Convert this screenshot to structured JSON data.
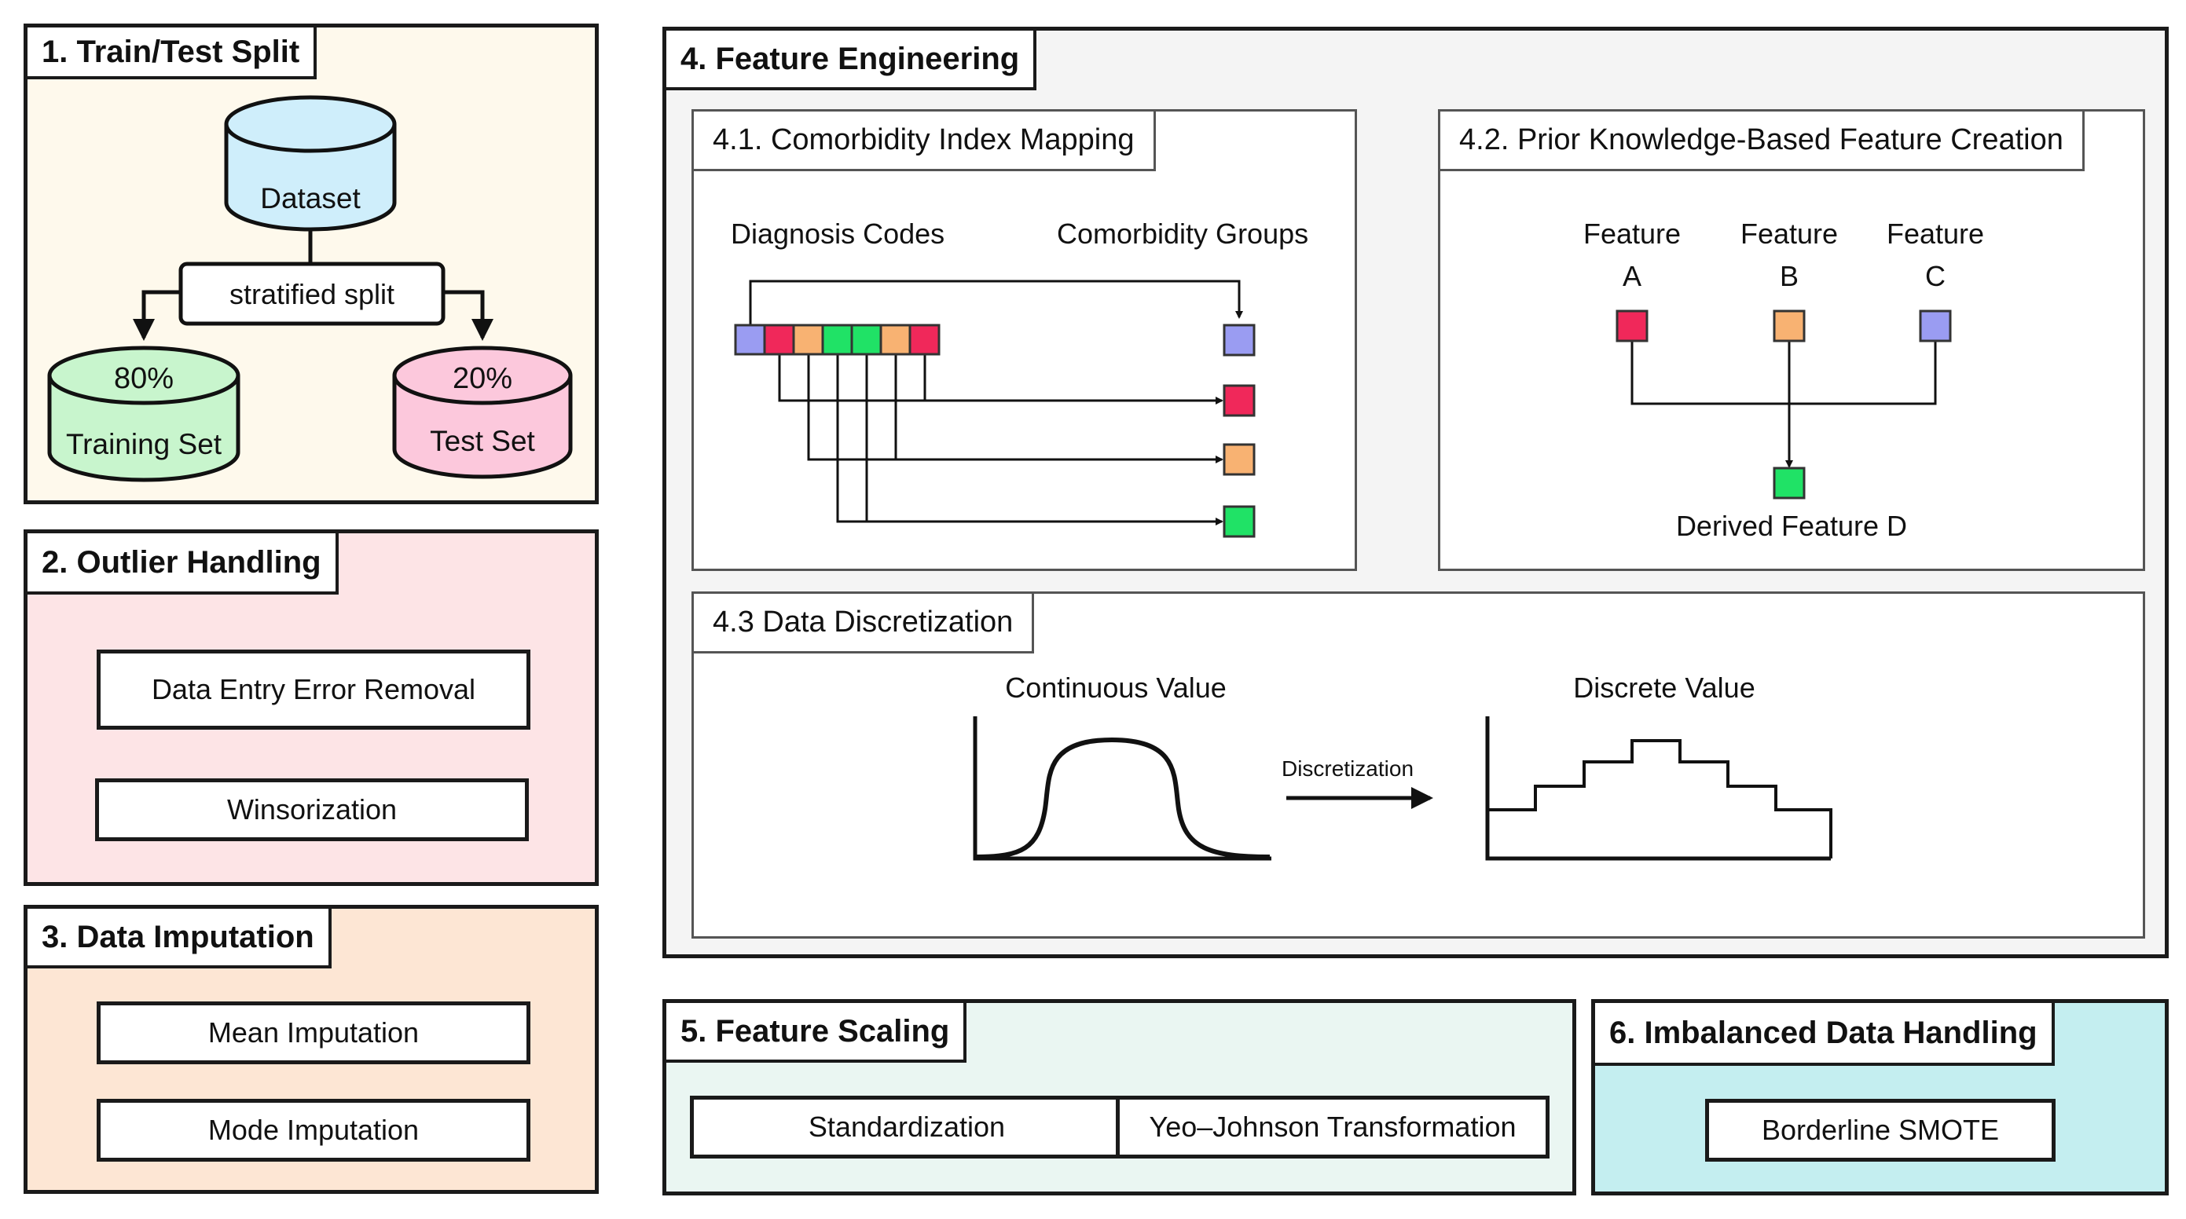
{
  "panels": {
    "split": {
      "title": "1. Train/Test Split",
      "dataset": "Dataset",
      "split_label": "stratified split",
      "train_pct": "80%",
      "train_label": "Training Set",
      "test_pct": "20%",
      "test_label": "Test Set"
    },
    "outlier": {
      "title": "2. Outlier Handling",
      "items": [
        "Data Entry Error Removal",
        "Winsorization"
      ]
    },
    "imputation": {
      "title": "3. Data Imputation",
      "items": [
        "Mean Imputation",
        "Mode Imputation"
      ]
    },
    "feature_eng": {
      "title": "4. Feature Engineering",
      "comorbidity": {
        "title": "4.1. Comorbidity Index Mapping",
        "left_label": "Diagnosis Codes",
        "right_label": "Comorbidity Groups"
      },
      "prior": {
        "title": "4.2. Prior Knowledge-Based Feature Creation",
        "features": [
          {
            "line1": "Feature",
            "line2": "A"
          },
          {
            "line1": "Feature",
            "line2": "B"
          },
          {
            "line1": "Feature",
            "line2": "C"
          }
        ],
        "derived": "Derived Feature D"
      },
      "discretization": {
        "title": "4.3 Data Discretization",
        "continuous": "Continuous Value",
        "arrow_label": "Discretization",
        "discrete": "Discrete Value"
      }
    },
    "scaling": {
      "title": "5. Feature Scaling",
      "items": [
        "Standardization",
        "Yeo–Johnson Transformation"
      ]
    },
    "imbalance": {
      "title": "6. Imbalanced Data Handling",
      "items": [
        "Borderline SMOTE"
      ]
    }
  },
  "colors": {
    "split_bg": "#fef9ec",
    "outlier_bg": "#fde4e6",
    "imputation_bg": "#fde6d4",
    "feature_bg": "#f4f4f4",
    "scaling_bg": "#eaf6f2",
    "imbalance_bg": "#c4eef0",
    "dataset_fill": "#cfeefb",
    "train_fill": "#c8f5cd",
    "test_fill": "#fcc8dc",
    "blue": "#9a9cf2",
    "red": "#f0285a",
    "orange": "#f8b272",
    "green": "#20e266"
  }
}
